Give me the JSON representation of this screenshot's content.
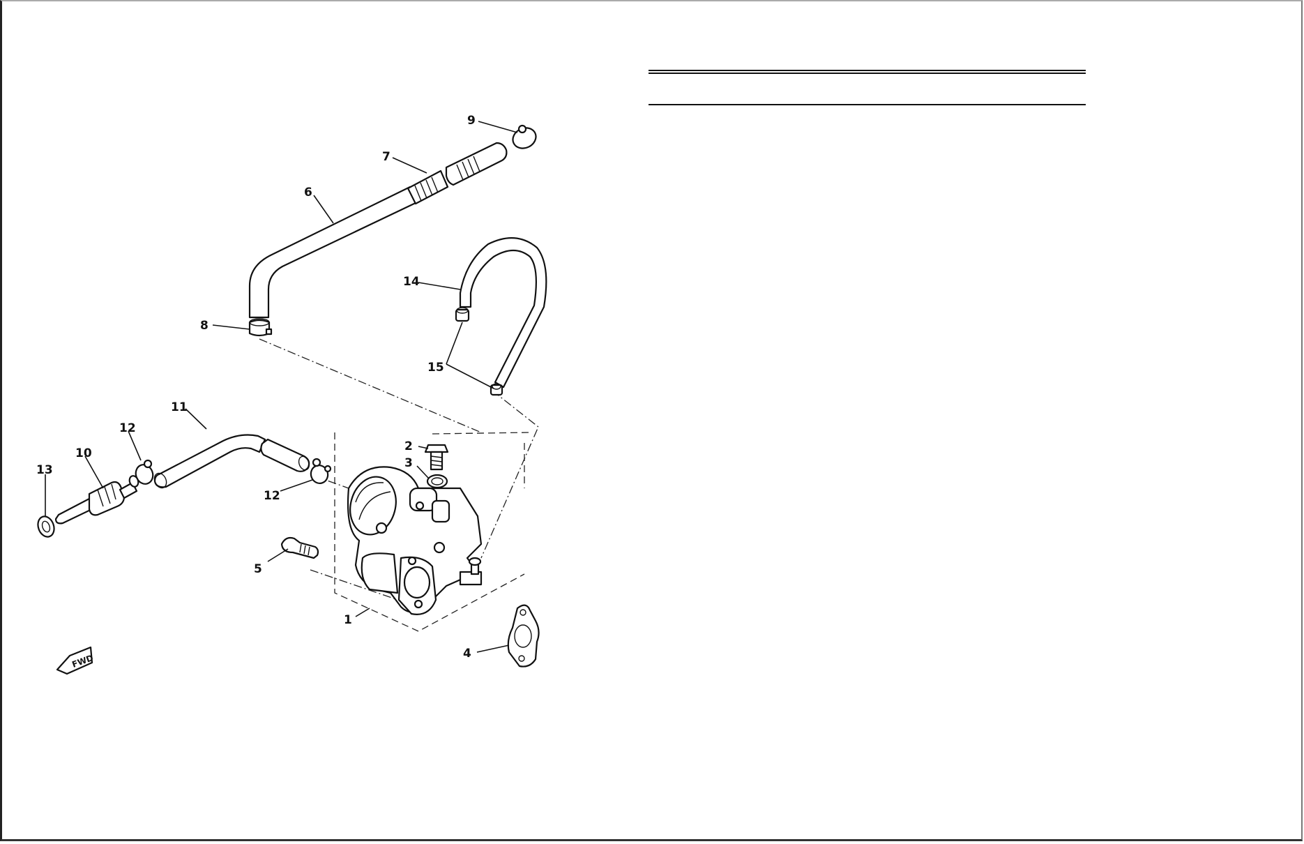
{
  "document": {
    "type": "exploded parts diagram",
    "header_rules": [
      "double-rule",
      "single-rule"
    ]
  },
  "callouts": [
    {
      "id": "1",
      "label": "1"
    },
    {
      "id": "2",
      "label": "2"
    },
    {
      "id": "3",
      "label": "3"
    },
    {
      "id": "4",
      "label": "4"
    },
    {
      "id": "5",
      "label": "5"
    },
    {
      "id": "6",
      "label": "6"
    },
    {
      "id": "7",
      "label": "7"
    },
    {
      "id": "8",
      "label": "8"
    },
    {
      "id": "9",
      "label": "9"
    },
    {
      "id": "10",
      "label": "10"
    },
    {
      "id": "11",
      "label": "11"
    },
    {
      "id": "12a",
      "label": "12"
    },
    {
      "id": "12b",
      "label": "12"
    },
    {
      "id": "13",
      "label": "13"
    },
    {
      "id": "14",
      "label": "14"
    },
    {
      "id": "15",
      "label": "15"
    }
  ],
  "fwd_marker": {
    "label": "FWD",
    "icon": "forward-arrow-icon"
  }
}
